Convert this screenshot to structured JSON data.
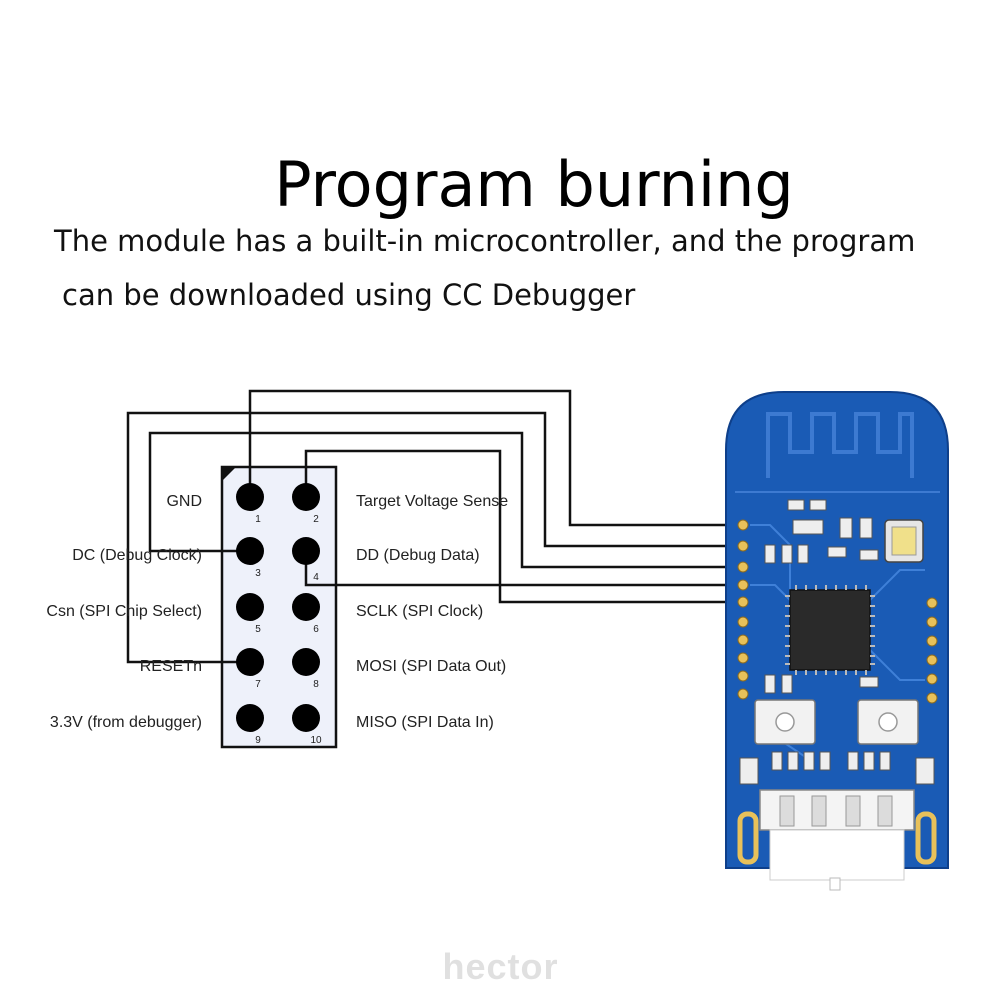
{
  "title": "Program burning",
  "description": {
    "line1": "The module has a built-in microcontroller, and the program",
    "line2": "can be downloaded using CC Debugger"
  },
  "header_pins": {
    "left_labels": [
      "GND",
      "DC (Debug Clock)",
      "Csn (SPI Chip Select)",
      "RESETn",
      "3.3V (from debugger)"
    ],
    "right_labels": [
      "Target Voltage Sense",
      "DD (Debug Data)",
      "SCLK (SPI Clock)",
      "MOSI (SPI Data Out)",
      "MISO (SPI Data In)"
    ],
    "odd_numbers": [
      "1",
      "3",
      "5",
      "7",
      "9"
    ],
    "even_numbers": [
      "2",
      "4",
      "6",
      "8",
      "10"
    ]
  },
  "watermark": "hector",
  "colors": {
    "pcb": "#1a5bb5",
    "pcb_dark": "#0e3f8a",
    "wire": "#111111",
    "header_fill": "#eef1fa",
    "pad": "#e8c15a",
    "watermark": "#e0e0e0"
  }
}
